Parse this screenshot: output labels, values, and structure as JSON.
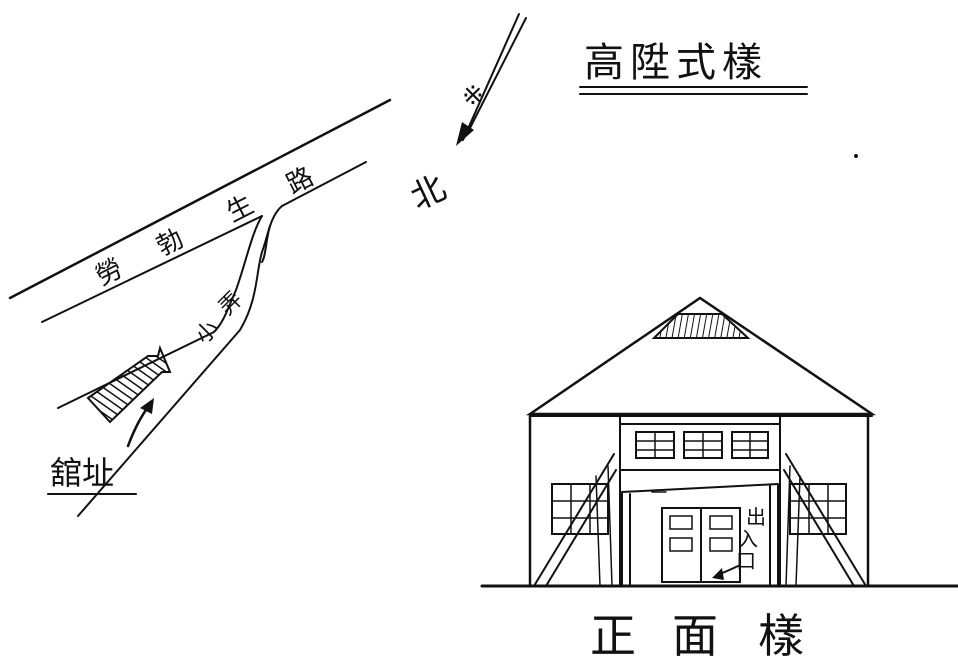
{
  "title": {
    "text": "高陞式樣"
  },
  "site_map": {
    "road_label": [
      "勞",
      "勃",
      "生",
      "路"
    ],
    "lane_label": [
      "小",
      "弄"
    ],
    "site_label": "舘址",
    "north_label": "北",
    "north_mark": "※"
  },
  "elevation": {
    "entrance_label": [
      "出",
      "入",
      "口"
    ],
    "caption": [
      "正",
      "面",
      "樣"
    ]
  },
  "colors": {
    "ink": "#111111",
    "paper": "#ffffff"
  }
}
